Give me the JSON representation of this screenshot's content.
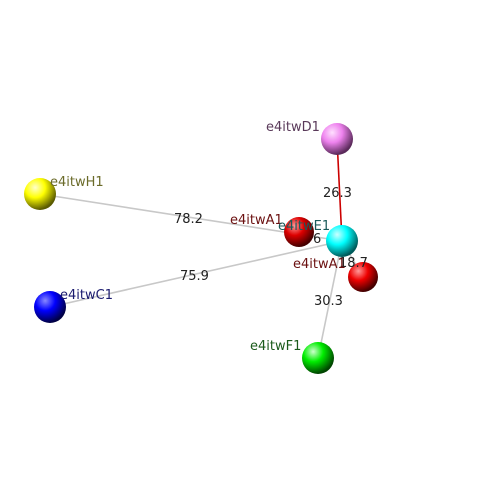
{
  "colors": {
    "background": "#ffffff",
    "bond_grey": "#c8c8c8",
    "bond_red": "#cc0000"
  },
  "atoms": {
    "H1": {
      "label": "e4itwH1",
      "label_color": "#6b6b2a",
      "color": "#ffff00"
    },
    "C1": {
      "label": "e4itwC1",
      "label_color": "#1a1a6e",
      "color": "#0000ff"
    },
    "D1": {
      "label": "e4itwD1",
      "label_color": "#5a3a5a",
      "color": "#ee82ee"
    },
    "A1": {
      "label": "e4itwA1",
      "label_color": "#6b1010",
      "color": "#dd0000"
    },
    "E1": {
      "label": "e4itwE1",
      "label_color": "#1a5a5a",
      "color": "#00ffff"
    },
    "A2": {
      "label": "e4itwA1",
      "label_color": "#6b1010",
      "color": "#ee0000"
    },
    "F1": {
      "label": "e4itwF1",
      "label_color": "#1a5a1a",
      "color": "#00ee00"
    }
  },
  "distances": {
    "h1_e1": "78.2",
    "c1_e1": "75.9",
    "d1_e1": "26.3",
    "f1_e1": "30.3",
    "a2_e1": "18.7",
    "a1_e1": "6"
  }
}
